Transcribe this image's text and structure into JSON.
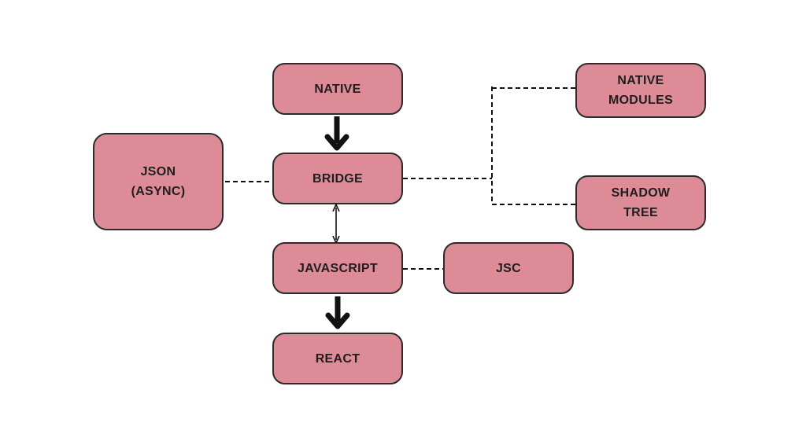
{
  "diagram": {
    "nodes": {
      "native": "NATIVE",
      "bridge": "BRIDGE",
      "javascript": "JAVASCRIPT",
      "react": "REACT",
      "json": "JSON\n(ASYNC)",
      "jsc": "JSC",
      "native_modules": "NATIVE\nMODULES",
      "shadow_tree": "SHADOW\nTREE"
    },
    "colors": {
      "node_fill": "#dd8c97",
      "node_border": "#2b2b2b",
      "text": "#1e1e1e",
      "connector": "#111111"
    }
  }
}
